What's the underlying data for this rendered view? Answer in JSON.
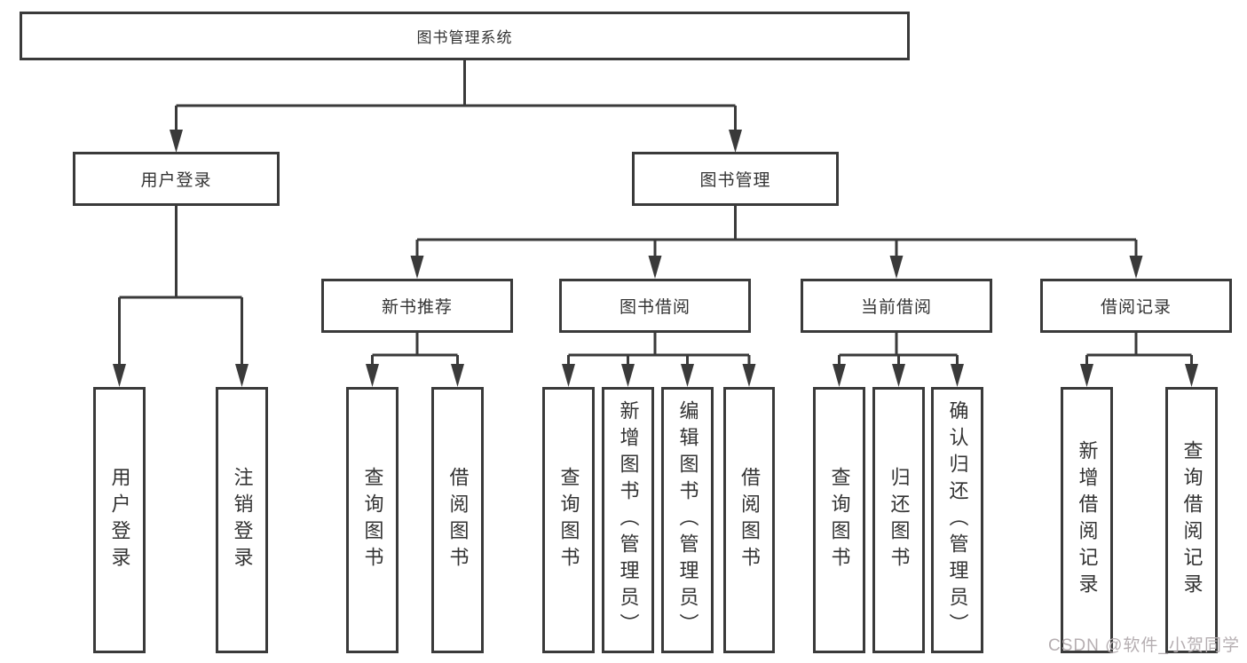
{
  "colors": {
    "line": "#3a3a3a",
    "box_border": "#3a3a3a",
    "text": "#333333",
    "watermark": "#b5aeb1"
  },
  "tree": {
    "label": "图书管理系统",
    "children": [
      {
        "label": "用户登录",
        "children": [
          {
            "label": "用户登录"
          },
          {
            "label": "注销登录"
          }
        ]
      },
      {
        "label": "图书管理",
        "children": [
          {
            "label": "新书推荐",
            "children": [
              {
                "label": "查询图书"
              },
              {
                "label": "借阅图书"
              }
            ]
          },
          {
            "label": "图书借阅",
            "children": [
              {
                "label": "查询图书"
              },
              {
                "label": "新增图书（管理员）"
              },
              {
                "label": "编辑图书（管理员）"
              },
              {
                "label": "借阅图书"
              }
            ]
          },
          {
            "label": "当前借阅",
            "children": [
              {
                "label": "查询图书"
              },
              {
                "label": "归还图书"
              },
              {
                "label": "确认归还（管理员）"
              }
            ]
          },
          {
            "label": "借阅记录",
            "children": [
              {
                "label": "新增借阅记录"
              },
              {
                "label": "查询借阅记录"
              }
            ]
          }
        ]
      }
    ]
  },
  "watermark": {
    "text": "CSDN @软件_小贺同学"
  }
}
